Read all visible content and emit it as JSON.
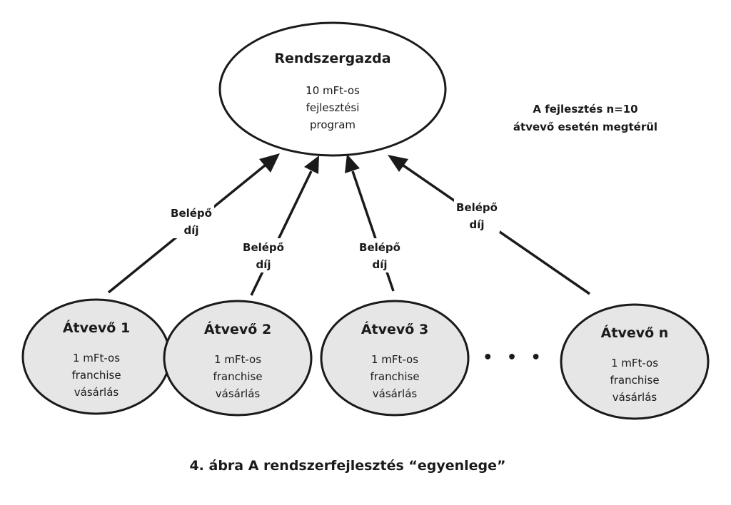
{
  "root": {
    "title": "Rendszergazda",
    "lines": [
      "10 mFt-os",
      "fejlesztési",
      "program"
    ]
  },
  "note": {
    "lines": [
      "A fejlesztés n=10",
      "átvevő esetén megtérül"
    ]
  },
  "edge_label": {
    "line1": "Belépő",
    "line2": "díj"
  },
  "nodes": [
    {
      "title": "Átvevő 1",
      "lines": [
        "1 mFt-os",
        "franchise",
        "vásárlás"
      ]
    },
    {
      "title": "Átvevő 2",
      "lines": [
        "1 mFt-os",
        "franchise",
        "vásárlás"
      ]
    },
    {
      "title": "Átvevő 3",
      "lines": [
        "1 mFt-os",
        "franchise",
        "vásárlás"
      ]
    },
    {
      "title": "Átvevő n",
      "lines": [
        "1 mFt-os",
        "franchise",
        "vásárlás"
      ]
    }
  ],
  "ellipsis": "• • •",
  "caption": "4. ábra  A rendszerfejlesztés “egyenlege”"
}
